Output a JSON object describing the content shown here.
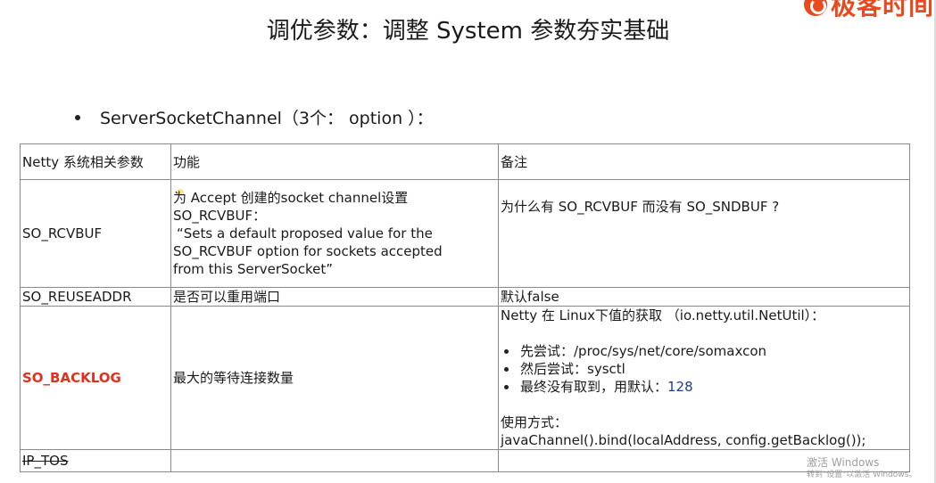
{
  "logo": {
    "text": "极客时间"
  },
  "title": "调优参数：调整 System 参数夯实基础",
  "bullet": "ServerSocketChannel（3个： option ）：",
  "table": {
    "headers": [
      "Netty 系统相关参数",
      "功能",
      "备注"
    ],
    "rows": [
      {
        "param": "SO_RCVBUF",
        "func_lines": [
          "为 Accept 创建的socket channel设置",
          "SO_RCVBUF：",
          "“Sets a default proposed value for the",
          "SO_RCVBUF option for sockets accepted",
          "from this ServerSocket”"
        ],
        "note": "为什么有 SO_RCVBUF 而没有 SO_SNDBUF ?"
      },
      {
        "param": "SO_REUSEADDR",
        "func": "是否可以重用端口",
        "note": "默认false"
      },
      {
        "param": "SO_BACKLOG",
        "param_color": "#e0301e",
        "func": "最大的等待连接数量",
        "note_title": "Netty 在 Linux下值的获取 （io.netty.util.NetUtil）：",
        "note_bullets": [
          "先尝试：/proc/sys/net/core/somaxcon",
          "然后尝试：sysctl",
          "最终没有取到，用默认："
        ],
        "default_value": "128",
        "usage_label": "使用方式：",
        "usage_code": "javaChannel().bind(localAddress, config.getBacklog());"
      },
      {
        "param": "IP_TOS",
        "func": "",
        "note": ""
      }
    ]
  },
  "watermark": {
    "line1": "激活 Windows",
    "line2": "转到\"设置\"以激活 Windows。"
  },
  "colors": {
    "accent_red": "#e0301e",
    "brand_orange": "#e8491d",
    "number_blue": "#1f3d8a"
  }
}
